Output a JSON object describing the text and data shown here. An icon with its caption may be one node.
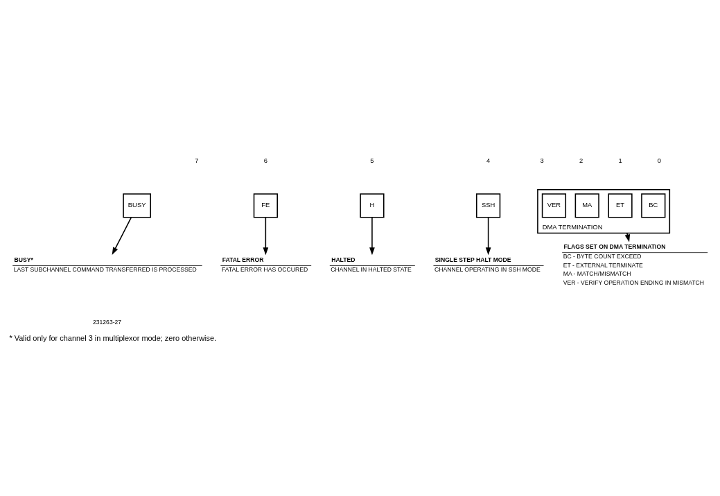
{
  "diagram": {
    "caption": "* Valid only for channel 3 in multiplexor mode; zero otherwise.",
    "nodes": [
      {
        "text": [
          "BUSY"
        ]
      },
      {
        "text": [
          "FE"
        ]
      },
      {
        "text": [
          "H"
        ]
      },
      {
        "text": [
          "SSH"
        ]
      },
      {
        "text": [
          "DMA TERMINATION"
        ]
      },
      {
        "text": [
          "VER"
        ],
        "in": 4
      },
      {
        "text": [
          "MA"
        ],
        "in": 4
      },
      {
        "text": [
          "ET"
        ],
        "in": 4
      },
      {
        "text": [
          "BC"
        ],
        "in": 4
      },
      {
        "text": [
          "FLAGS SET ON DMA TERMINATION",
          "BC - BYTE COUNT EXCEED",
          "ET - EXTERNAL TERMINATE",
          "MA - MATCH/MISMATCH",
          "VER - VERIFY OPERATION ENDING IN MISMATCH"
        ]
      },
      {
        "text": [
          "SINGLE STEP HALT MODE",
          "CHANNEL OPERATING IN SSH MODE"
        ]
      },
      {
        "text": [
          "HALTED",
          "CHANNEL IN HALTED STATE"
        ]
      },
      {
        "text": [
          "FATAL ERROR",
          "FATAL ERROR HAS OCCURED"
        ]
      },
      {
        "text": [
          "BUSY*",
          "LAST SUBCHANNEL COMMAND TRANSFERRED IS PROCESSED"
        ]
      }
    ],
    "edges": [
      {
        "from": 4,
        "to": 9,
        "arrow": "to"
      },
      {
        "from": 3,
        "to": 10,
        "arrow": "to"
      },
      {
        "from": 2,
        "to": 11,
        "arrow": "to"
      },
      {
        "from": 1,
        "to": 12,
        "arrow": "to"
      },
      {
        "from": 0,
        "to": 13,
        "arrow": "to"
      }
    ],
    "labels": [
      "7",
      "6",
      "5",
      "4",
      "3",
      "2",
      "1",
      "0",
      "231263-27"
    ]
  }
}
